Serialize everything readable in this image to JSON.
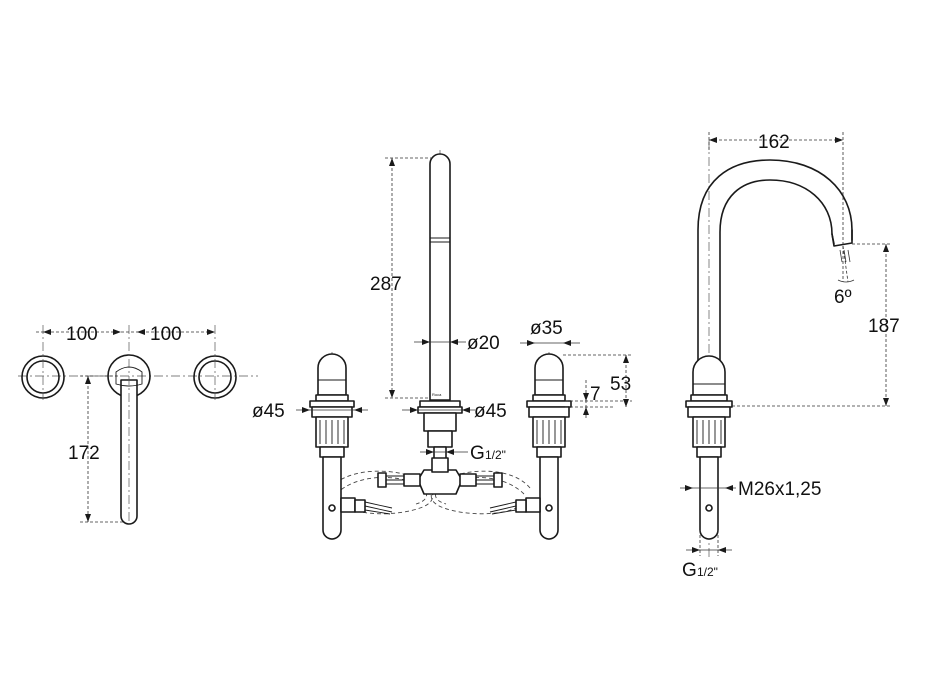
{
  "labels": {
    "width_left": "100",
    "width_right": "100",
    "handle_length": "172",
    "spout_height": "287",
    "spout_diameter": "ø20",
    "spout_base_diameter": "ø45",
    "valve_base_diameter": "ø45",
    "thread_center": "G",
    "thread_center_frac": "1/2\"",
    "handle_diameter": "ø35",
    "handle_height": "53",
    "handle_collar": "7",
    "reach": "162",
    "tilt_angle": "6º",
    "outlet_height": "187",
    "mount_thread": "M26x1,25",
    "thread_right": "G",
    "thread_right_frac": "1/2\""
  },
  "logo": "Roca"
}
